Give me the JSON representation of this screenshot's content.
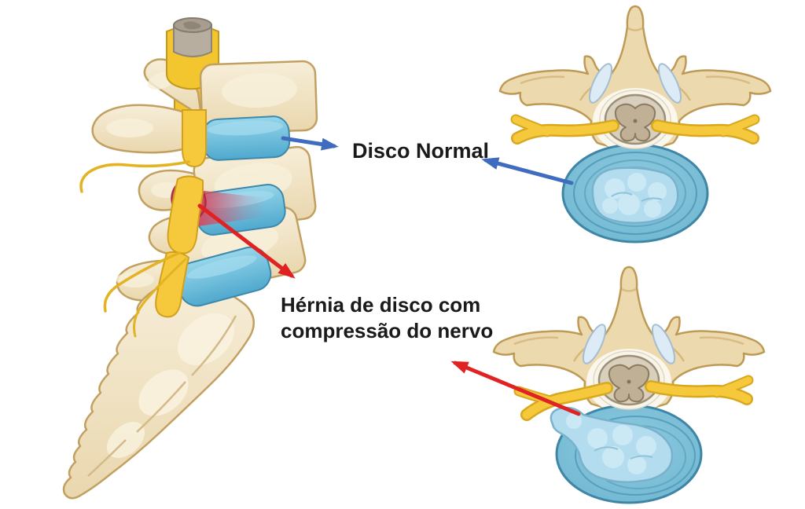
{
  "labels": {
    "normal_disc": "Disco Normal",
    "hernia_line1": "Hérnia de disco com",
    "hernia_line2": "compressão do nervo"
  },
  "colors": {
    "background": "#FFFFFF",
    "label_text": "#1A1A1A",
    "arrow_blue": "#3F6CBF",
    "arrow_red": "#E02222",
    "bone": "#F0E2BF",
    "bone_outline": "#C09A5C",
    "disc_blue": "#5FB6DA",
    "disc_outline": "#3E88AB",
    "annulus_blue": "#7CC2D8",
    "nucleus_blue": "#B3DDEE",
    "nerve_yellow": "#F6C93C",
    "nerve_outline": "#D2A01C",
    "hernia_red": "#D84A5F",
    "cord_gray": "#D8CFBC",
    "facet_blue": "#DDEBF7"
  }
}
